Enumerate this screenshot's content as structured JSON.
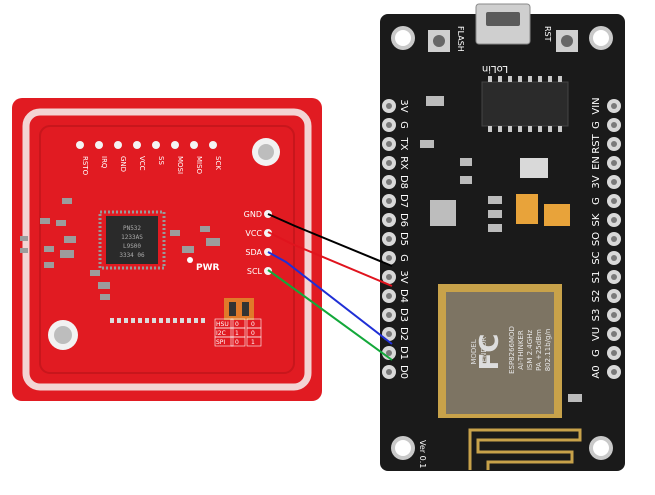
{
  "colors": {
    "red_board": "#e11b22",
    "red_board_dark": "#b9141a",
    "black_board": "#1a1a1a",
    "wire_gnd": "#000000",
    "wire_vcc": "#e0141e",
    "wire_sda": "#1f2fd6",
    "wire_scl": "#13a83a",
    "silk_white": "#ffffff",
    "esp_module": "#7a6f5a",
    "gold": "#d4a93a"
  },
  "pn532": {
    "header_labels": [
      "RSTO",
      "IRQ",
      "GND",
      "VCC",
      "SS",
      "MOSI",
      "MISO",
      "SCK"
    ],
    "i2c_labels": [
      "GND",
      "VCC",
      "SDA",
      "SCL"
    ],
    "pwr_label": "PWR",
    "chip_text": [
      "PN532",
      "1233AS",
      "L9S00",
      "3334 06"
    ],
    "switch_table": [
      [
        "HSU",
        "0",
        "0"
      ],
      [
        "I2C",
        "1",
        "0"
      ],
      [
        "SPI",
        "0",
        "1"
      ]
    ]
  },
  "nodemcu": {
    "left_pins": [
      "3V",
      "G",
      "TX",
      "RX",
      "D8",
      "D7",
      "D6",
      "D5",
      "G",
      "3V",
      "D4",
      "D3",
      "D2",
      "D1",
      "D0"
    ],
    "right_pins": [
      "VIN",
      "G",
      "RST",
      "EN",
      "3V",
      "G",
      "SK",
      "SO",
      "SC",
      "S1",
      "S2",
      "S3",
      "VU",
      "G",
      "A0"
    ],
    "flash_label": "FLASH",
    "rst_label": "RST",
    "lolin_label": "LoLin",
    "version_label": "Ver 0.1",
    "module_text": [
      "ESP8266MOD",
      "AI-THINKER",
      "ISM 2.4GHz",
      "PA +25dBm",
      "802.11b/g/n"
    ],
    "model_label": "MODEL",
    "vendor_label": "VENDOR",
    "fcc_label": "FC"
  },
  "icons": [
    "mounting-hole-icon",
    "usb-port-icon",
    "antenna-trace-icon",
    "fcc-logo-icon"
  ]
}
